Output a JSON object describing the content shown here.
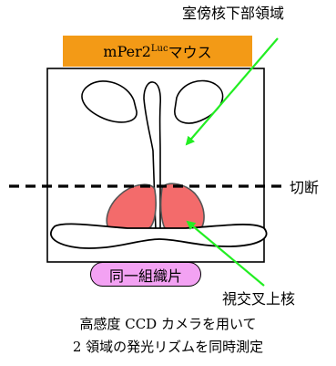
{
  "title": {
    "text_main": "mPer2",
    "text_sup": "Luc",
    "text_suffix": " マウス"
  },
  "labels": {
    "pvn": "室傍核下部領域",
    "cut": "切断",
    "scn": "視交叉上核",
    "same_tissue": "同一組織片"
  },
  "caption": {
    "line1": "高感度 CCD カメラを用いて",
    "line2": "2 領域の発光リズムを同時測定"
  },
  "colors": {
    "title_bg": "#f39a16",
    "pill_bg": "#f3a2f3",
    "scn_fill": "#f36b6b",
    "arrow": "#22ee22"
  }
}
